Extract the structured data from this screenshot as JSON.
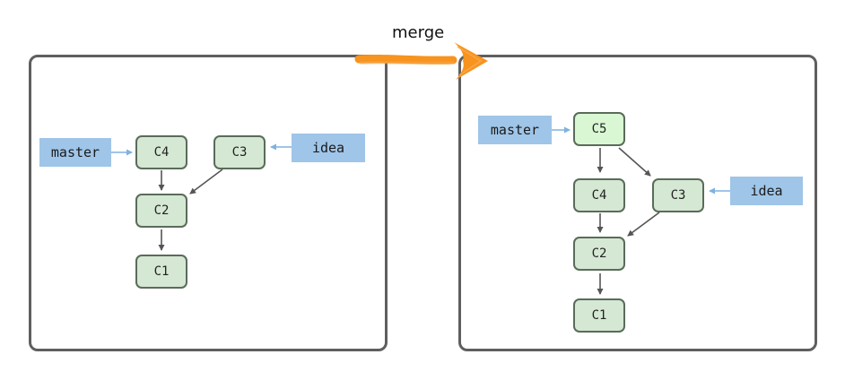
{
  "title": "merge",
  "colors": {
    "panel_border": "#5f5f5f",
    "commit_fill": "#d5e8d4",
    "merge_commit_fill": "#d9f7d3",
    "commit_border": "#5a6b5a",
    "ref_fill": "#9fc5e8",
    "ref_arrow": "#7fb2e0",
    "edge": "#555555",
    "merge_arrow": "#f7931e"
  },
  "before": {
    "commits": {
      "c4": "C4",
      "c3": "C3",
      "c2": "C2",
      "c1": "C1"
    },
    "refs": {
      "master": "master",
      "idea": "idea"
    }
  },
  "after": {
    "commits": {
      "c5": "C5",
      "c4": "C4",
      "c3": "C3",
      "c2": "C2",
      "c1": "C1"
    },
    "refs": {
      "master": "master",
      "idea": "idea"
    }
  }
}
